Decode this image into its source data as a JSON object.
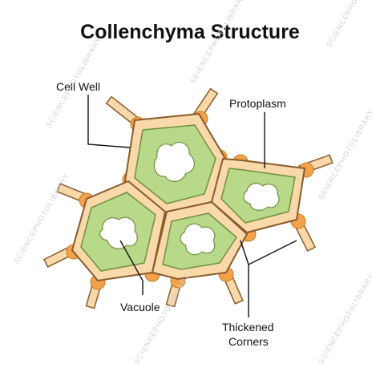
{
  "title": "Collenchyma Structure",
  "labels": {
    "cell_wall": "Cell Well",
    "protoplasm": "Protoplasm",
    "vacuole": "Vacuole",
    "thickened_corners_line1": "Thickened",
    "thickened_corners_line2": "Corners"
  },
  "watermark": "SCIENCEPHOTOLIBRARY",
  "colors": {
    "wall_fill": "#f9d9a9",
    "wall_stroke": "#8a5a2b",
    "protoplasm": "#b9d98a",
    "protoplasm_stroke": "#6f8f3f",
    "vacuole": "#ffffff",
    "corner": "#f2a24a",
    "corner_stroke": "#c77b22"
  }
}
